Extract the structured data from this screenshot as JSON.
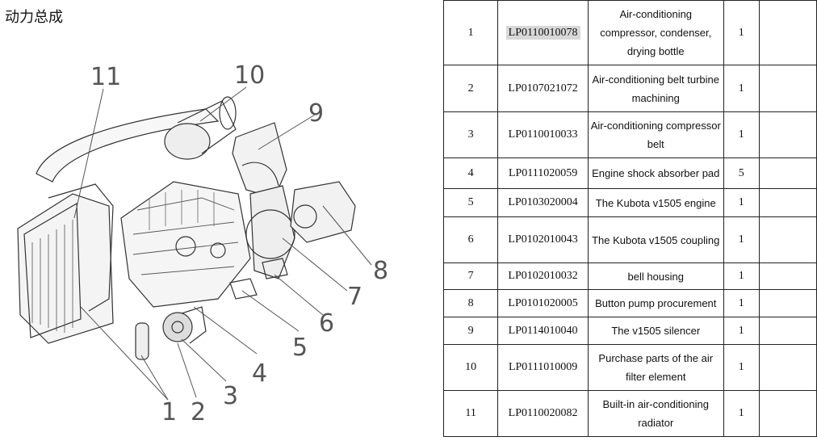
{
  "title": "动力总成",
  "callouts": [
    "11",
    "10",
    "9",
    "8",
    "7",
    "6",
    "5",
    "4",
    "3",
    "2",
    "1"
  ],
  "parts": [
    {
      "no": "1",
      "code": "LP0110010078",
      "name": "Air-conditioning compressor, condenser, drying bottle",
      "qty": "1",
      "highlight": true
    },
    {
      "no": "2",
      "code": "LP0107021072",
      "name": "Air-conditioning belt turbine machining",
      "qty": "1"
    },
    {
      "no": "3",
      "code": "LP0110010033",
      "name": "Air-conditioning compressor belt",
      "qty": "1"
    },
    {
      "no": "4",
      "code": "LP0111020059",
      "name": "Engine shock absorber pad",
      "qty": "5"
    },
    {
      "no": "5",
      "code": "LP0103020004",
      "name": "The Kubota v1505 engine",
      "qty": "1"
    },
    {
      "no": "6",
      "code": "LP0102010043",
      "name": "The Kubota v1505 coupling",
      "qty": "1"
    },
    {
      "no": "7",
      "code": "LP0102010032",
      "name": "bell housing",
      "qty": "1"
    },
    {
      "no": "8",
      "code": "LP0101020005",
      "name": "Button pump procurement",
      "qty": "1"
    },
    {
      "no": "9",
      "code": "LP0114010040",
      "name": "The v1505 silencer",
      "qty": "1"
    },
    {
      "no": "10",
      "code": "LP0111010009",
      "name": "Purchase parts of the air filter element",
      "qty": "1"
    },
    {
      "no": "11",
      "code": "LP0110020082",
      "name": "Built-in air-conditioning radiator",
      "qty": "1"
    }
  ]
}
